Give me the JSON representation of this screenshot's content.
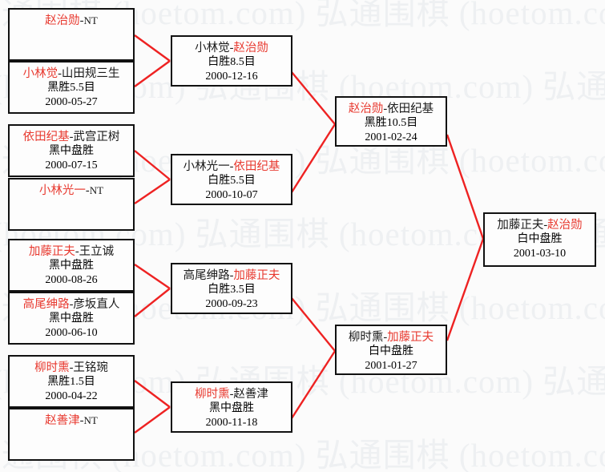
{
  "watermark": {
    "text": "弘通围棋 (hoetom.com)",
    "color": "#eef0f2"
  },
  "theme": {
    "winner_color": "#e8392f",
    "line_color": "#ee2222",
    "box_border": "#111111",
    "background": "#fbfbfb"
  },
  "bracket": {
    "round1": [
      {
        "player1": "赵治勋",
        "player2": "NT",
        "winner": 1,
        "result": "",
        "date": "",
        "bye": true
      },
      {
        "player1": "小林觉",
        "player2": "山田规三生",
        "winner": 1,
        "result": "黑胜5.5目",
        "date": "2000-05-27",
        "bye": false
      },
      {
        "player1": "依田纪基",
        "player2": "武宫正树",
        "winner": 1,
        "result": "黑中盘胜",
        "date": "2000-07-15",
        "bye": false
      },
      {
        "player1": "小林光一",
        "player2": "NT",
        "winner": 1,
        "result": "",
        "date": "",
        "bye": true
      },
      {
        "player1": "加藤正夫",
        "player2": "王立诚",
        "winner": 1,
        "result": "黑中盘胜",
        "date": "2000-08-26",
        "bye": false
      },
      {
        "player1": "高尾绅路",
        "player2": "彦坂直人",
        "winner": 1,
        "result": "黑中盘胜",
        "date": "2000-06-10",
        "bye": false
      },
      {
        "player1": "柳时熏",
        "player2": "王铭琬",
        "winner": 1,
        "result": "黑胜1.5目",
        "date": "2000-04-22",
        "bye": false
      },
      {
        "player1": "赵善津",
        "player2": "NT",
        "winner": 1,
        "result": "",
        "date": "",
        "bye": true
      }
    ],
    "round2": [
      {
        "player1": "小林觉",
        "player2": "赵治勋",
        "winner": 2,
        "result": "白胜8.5目",
        "date": "2000-12-16",
        "bye": false
      },
      {
        "player1": "小林光一",
        "player2": "依田纪基",
        "winner": 2,
        "result": "白胜5.5目",
        "date": "2000-10-07",
        "bye": false
      },
      {
        "player1": "高尾绅路",
        "player2": "加藤正夫",
        "winner": 2,
        "result": "白胜3.5目",
        "date": "2000-09-23",
        "bye": false
      },
      {
        "player1": "柳时熏",
        "player2": "赵善津",
        "winner": 1,
        "result": "黑中盘胜",
        "date": "2000-11-18",
        "bye": false
      }
    ],
    "round3": [
      {
        "player1": "赵治勋",
        "player2": "依田纪基",
        "winner": 1,
        "result": "黑胜10.5目",
        "date": "2001-02-24",
        "bye": false
      },
      {
        "player1": "柳时熏",
        "player2": "加藤正夫",
        "winner": 2,
        "result": "白中盘胜",
        "date": "2001-01-27",
        "bye": false
      }
    ],
    "round4": [
      {
        "player1": "加藤正夫",
        "player2": "赵治勋",
        "winner": 2,
        "result": "白中盘胜",
        "date": "2001-03-10",
        "bye": false
      }
    ]
  }
}
